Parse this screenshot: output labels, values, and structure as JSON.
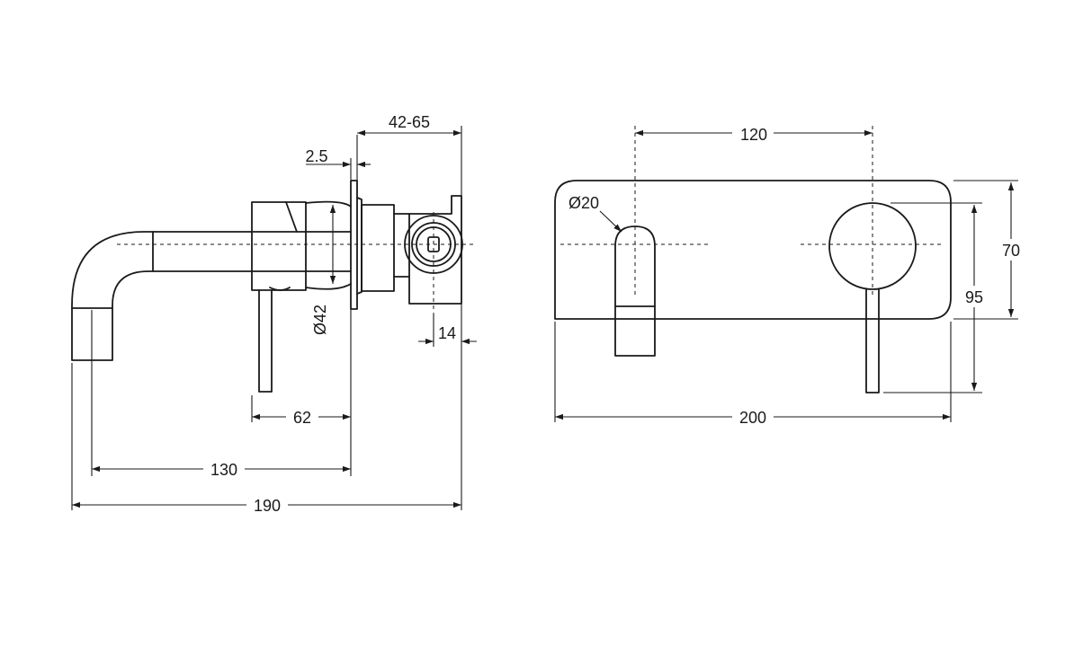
{
  "dimensions": {
    "side_view": {
      "depth_range": "42-65",
      "plate_thickness": "2.5",
      "plate_diameter": "Ø42",
      "body_offset": "14",
      "handle_to_wall": "62",
      "spout_reach": "130",
      "overall_length": "190"
    },
    "front_view": {
      "centres": "120",
      "lever_diameter": "Ø20",
      "plate_height": "70",
      "handle_height": "95",
      "plate_width": "200"
    }
  }
}
